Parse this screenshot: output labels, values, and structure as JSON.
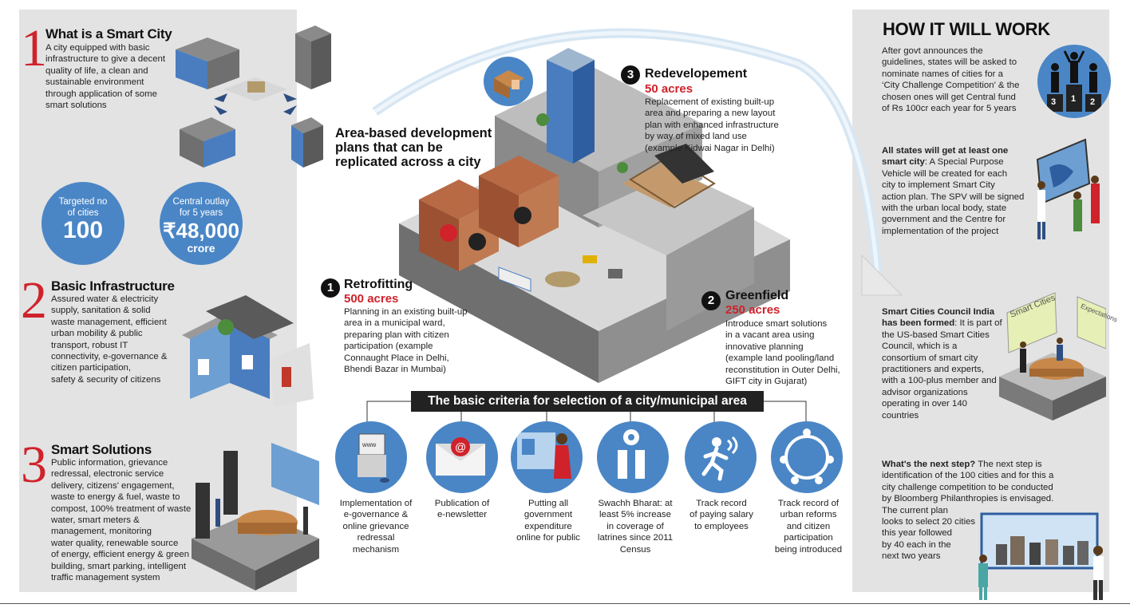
{
  "left": {
    "s1": {
      "num": "1",
      "title": "What is a Smart City",
      "lines": [
        "A city equipped with basic",
        "infrastructure to give a decent",
        "quality of life, a clean and",
        "sustainable environment",
        "through application of some",
        "smart solutions"
      ]
    },
    "stat1": {
      "label1": "Targeted no",
      "label2": "of cities",
      "value": "100"
    },
    "stat2": {
      "label1": "Central outlay",
      "label2": "for 5 years",
      "value": "₹48,000",
      "unit": "crore"
    },
    "s2": {
      "num": "2",
      "title": "Basic Infrastructure",
      "lines": [
        "Assured water & electricity",
        "supply, sanitation & solid",
        "waste management, efficient",
        "urban mobility & public",
        "transport, robust IT",
        "connectivity, e-governance &",
        "citizen participation,",
        "safety & security of citizens"
      ]
    },
    "s3": {
      "num": "3",
      "title": "Smart Solutions",
      "lines": [
        "Public information, grievance",
        "redressal, electronic service",
        "delivery, citizens' engagement,",
        "waste to energy & fuel, waste to",
        "compost, 100% treatment of waste",
        "water, smart meters &",
        "management, monitoring",
        "water quality, renewable source",
        "of energy, efficient energy & green",
        "building, smart parking, intelligent",
        "traffic management system"
      ]
    }
  },
  "center": {
    "area_title": [
      "Area-based development",
      "plans that can be",
      "replicated across a city"
    ],
    "p1": {
      "num": "1",
      "title": "Retrofitting",
      "acres": "500 acres",
      "lines": [
        "Planning in an existing built-up",
        "area in a municipal ward,",
        "preparing plan with citizen",
        "participation (example",
        "Connaught Place in Delhi,",
        "Bhendi Bazar in Mumbai)"
      ]
    },
    "p2": {
      "num": "2",
      "title": "Greenfield",
      "acres": "250 acres",
      "lines": [
        "Introduce smart solutions",
        "in a vacant area using",
        "innovative planning",
        "(example land pooling/land",
        "reconstitution in Outer Delhi,",
        "GIFT city in Gujarat)"
      ]
    },
    "p3": {
      "num": "3",
      "title": "Redevelopement",
      "acres": "50 acres",
      "lines": [
        "Replacement of existing built-up",
        "area and preparing a new layout",
        "plan with enhanced infrastructure",
        "by way of mixed land use",
        "(example Kidwai Nagar in Delhi)"
      ]
    },
    "criteria_title": "The basic criteria for selection of a city/municipal area",
    "criteria": [
      {
        "icon": "computer-icon",
        "lines": [
          "Implementation of",
          "e-governance &",
          "online grievance",
          "redressal",
          "mechanism"
        ]
      },
      {
        "icon": "email-icon",
        "lines": [
          "Publication of",
          "e-newsletter"
        ]
      },
      {
        "icon": "presentation-icon",
        "lines": [
          "Putting all",
          "government",
          "expenditure",
          "online for public"
        ]
      },
      {
        "icon": "toilet-icon",
        "lines": [
          "Swachh Bharat: at",
          "least 5% increase",
          "in coverage of",
          "latrines since 2011",
          "Census"
        ]
      },
      {
        "icon": "running-man-icon",
        "lines": [
          "Track record",
          "of paying salary",
          "to employees"
        ]
      },
      {
        "icon": "people-circle-icon",
        "lines": [
          "Track record of",
          "urban reforms",
          "and citizen",
          "participation",
          "being introduced"
        ]
      }
    ]
  },
  "right": {
    "title": "HOW IT WILL WORK",
    "podium": [
      "3",
      "1",
      "2"
    ],
    "b1": {
      "lines": [
        "After govt announces the",
        "guidelines, states will be asked to",
        "nominate names of cities for a",
        "‘City Challenge Competition’ & the",
        "chosen ones will get Central fund",
        "of Rs 100cr each year for 5 years"
      ]
    },
    "b2": {
      "bold": [
        "All states will get at least one",
        "smart city"
      ],
      "lines": [
        ": A Special Purpose",
        "Vehicle will be created for each",
        "city to implement Smart City",
        "action plan. The SPV will be signed",
        "with the urban local body, state",
        "government and the Centre for",
        "implementation of the project"
      ]
    },
    "b3": {
      "bold": [
        "Smart Cities Council India",
        "has been formed"
      ],
      "lines": [
        ": It is part of",
        "the US-based Smart Cities",
        "Council, which is a",
        "consortium of smart city",
        "practitioners and experts,",
        "with a 100-plus member and",
        "advisor organizations",
        "operating in over 140",
        "countries"
      ]
    },
    "b4": {
      "bold": "What's the next step?",
      "lines": [
        " The next step is",
        "identification of the 100 cities and for this a",
        "city challenge competition to be conducted",
        "by Bloomberg Philanthropies is envisaged.",
        "The current plan",
        "looks to select 20 cities",
        "this year followed",
        "by 40 each in the",
        "next two years"
      ]
    },
    "board1": "Smart Cities",
    "board2": "Expectations"
  }
}
